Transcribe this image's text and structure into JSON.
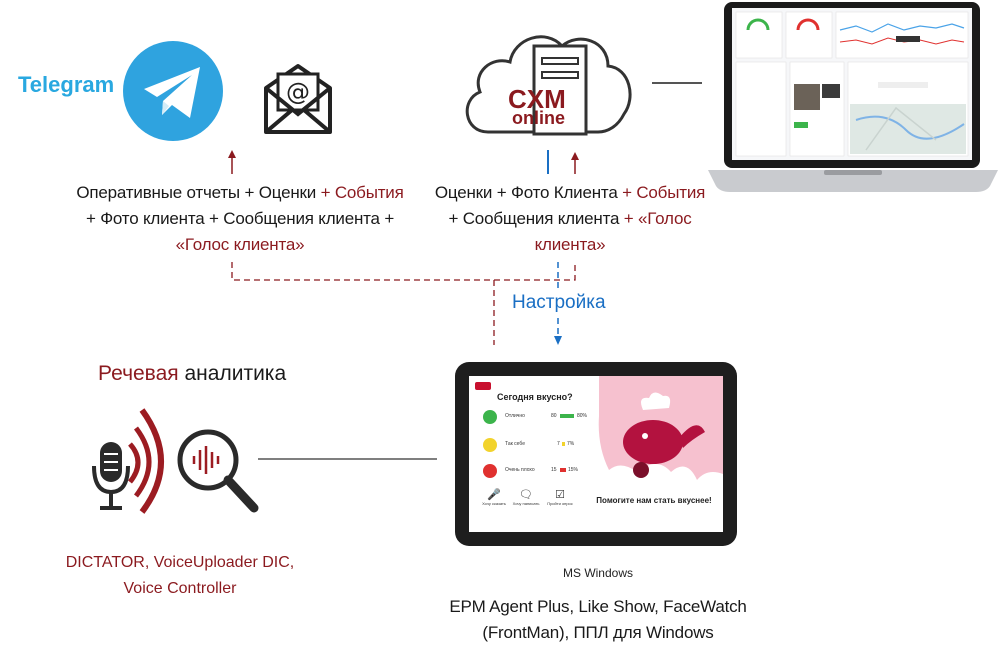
{
  "labels": {
    "telegram": "Telegram",
    "cxm_top": "CXM",
    "cxm_bottom": "online",
    "speech_title_red": "Речевая",
    "speech_title_rest": " аналитика",
    "nastroika": "Настройка",
    "ms_windows": "MS Windows"
  },
  "caption_left": {
    "line1_a": "Оперативные отчеты + Оценки",
    "line1_b": " + События",
    "line2": "+ Фото клиента + Сообщения клиента +",
    "line3": "«Голос клиента»"
  },
  "caption_right": {
    "line1_a": "Оценки + Фото Клиента",
    "line1_b": " + События",
    "line2_a": "+ Сообщения клиента",
    "line2_b": " + «Голос",
    "line3": "клиента»"
  },
  "speech_caption": {
    "line1": "DICTATOR, VoiceUploader DIC,",
    "line2": "Voice Controller"
  },
  "apps_caption": {
    "line1": "EPM Agent Plus, Like Show, FaceWatch",
    "line2": "(FrontMan), ППЛ для Windows"
  },
  "tablet_screen": {
    "title": "Сегодня вкусно?",
    "rows": [
      {
        "label": "Отлично",
        "count": "80",
        "percent": "80%",
        "color": "#3cb44b"
      },
      {
        "label": "Так себе",
        "count": "7",
        "percent": "7%",
        "color": "#f2d32c"
      },
      {
        "label": "Очень плохо",
        "count": "15",
        "percent": "15%",
        "color": "#e0312f"
      }
    ],
    "actions": [
      "Хочу сказать",
      "Хочу написать",
      "Пройти опрос"
    ],
    "footer": "Помогите нам стать вкуснее!"
  },
  "colors": {
    "telegram": "#29a8e0",
    "brand_red": "#8b1a1f",
    "accent_blue": "#1a6fc4"
  }
}
